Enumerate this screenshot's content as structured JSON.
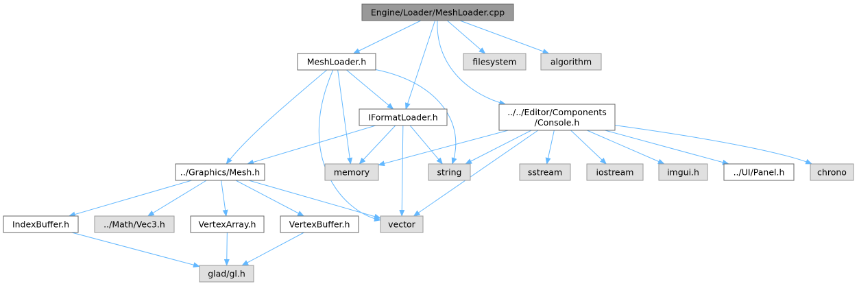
{
  "colors": {
    "root_fill": "#999999",
    "root_stroke": "#666666",
    "project_fill": "#ffffff",
    "project_stroke": "#666666",
    "system_fill": "#e0e0e0",
    "system_stroke": "#999999",
    "edge": "#63b8ff"
  },
  "nodes": [
    {
      "id": "root",
      "kind": "root",
      "lines": [
        "Engine/Loader/MeshLoader.cpp"
      ]
    },
    {
      "id": "meshloader_h",
      "kind": "project",
      "lines": [
        "MeshLoader.h"
      ]
    },
    {
      "id": "filesystem",
      "kind": "system",
      "lines": [
        "filesystem"
      ]
    },
    {
      "id": "algorithm",
      "kind": "system",
      "lines": [
        "algorithm"
      ]
    },
    {
      "id": "iformatloader_h",
      "kind": "project",
      "lines": [
        "IFormatLoader.h"
      ]
    },
    {
      "id": "console_h",
      "kind": "project",
      "lines": [
        "../../Editor/Components",
        "/Console.h"
      ]
    },
    {
      "id": "mesh_h",
      "kind": "project",
      "lines": [
        "../Graphics/Mesh.h"
      ]
    },
    {
      "id": "memory",
      "kind": "system",
      "lines": [
        "memory"
      ]
    },
    {
      "id": "string",
      "kind": "system",
      "lines": [
        "string"
      ]
    },
    {
      "id": "sstream",
      "kind": "system",
      "lines": [
        "sstream"
      ]
    },
    {
      "id": "iostream",
      "kind": "system",
      "lines": [
        "iostream"
      ]
    },
    {
      "id": "imgui_h",
      "kind": "system",
      "lines": [
        "imgui.h"
      ]
    },
    {
      "id": "panel_h",
      "kind": "project",
      "lines": [
        "../UI/Panel.h"
      ]
    },
    {
      "id": "chrono",
      "kind": "system",
      "lines": [
        "chrono"
      ]
    },
    {
      "id": "indexbuffer_h",
      "kind": "project",
      "lines": [
        "IndexBuffer.h"
      ]
    },
    {
      "id": "vec3_h",
      "kind": "system",
      "lines": [
        "../Math/Vec3.h"
      ]
    },
    {
      "id": "vertexarray_h",
      "kind": "project",
      "lines": [
        "VertexArray.h"
      ]
    },
    {
      "id": "vertexbuffer_h",
      "kind": "project",
      "lines": [
        "VertexBuffer.h"
      ]
    },
    {
      "id": "vector",
      "kind": "system",
      "lines": [
        "vector"
      ]
    },
    {
      "id": "gl_h",
      "kind": "system",
      "lines": [
        "glad/gl.h"
      ]
    }
  ],
  "edges": [
    [
      "root",
      "meshloader_h"
    ],
    [
      "root",
      "iformatloader_h"
    ],
    [
      "root",
      "filesystem"
    ],
    [
      "root",
      "algorithm"
    ],
    [
      "root",
      "console_h"
    ],
    [
      "meshloader_h",
      "iformatloader_h"
    ],
    [
      "meshloader_h",
      "mesh_h"
    ],
    [
      "meshloader_h",
      "memory"
    ],
    [
      "meshloader_h",
      "string"
    ],
    [
      "meshloader_h",
      "vector"
    ],
    [
      "iformatloader_h",
      "mesh_h"
    ],
    [
      "iformatloader_h",
      "memory"
    ],
    [
      "iformatloader_h",
      "string"
    ],
    [
      "iformatloader_h",
      "vector"
    ],
    [
      "console_h",
      "memory"
    ],
    [
      "console_h",
      "string"
    ],
    [
      "console_h",
      "sstream"
    ],
    [
      "console_h",
      "iostream"
    ],
    [
      "console_h",
      "imgui_h"
    ],
    [
      "console_h",
      "panel_h"
    ],
    [
      "console_h",
      "chrono"
    ],
    [
      "console_h",
      "vector"
    ],
    [
      "mesh_h",
      "indexbuffer_h"
    ],
    [
      "mesh_h",
      "vec3_h"
    ],
    [
      "mesh_h",
      "vertexarray_h"
    ],
    [
      "mesh_h",
      "vertexbuffer_h"
    ],
    [
      "mesh_h",
      "vector"
    ],
    [
      "indexbuffer_h",
      "gl_h"
    ],
    [
      "vertexarray_h",
      "gl_h"
    ],
    [
      "vertexbuffer_h",
      "gl_h"
    ]
  ]
}
